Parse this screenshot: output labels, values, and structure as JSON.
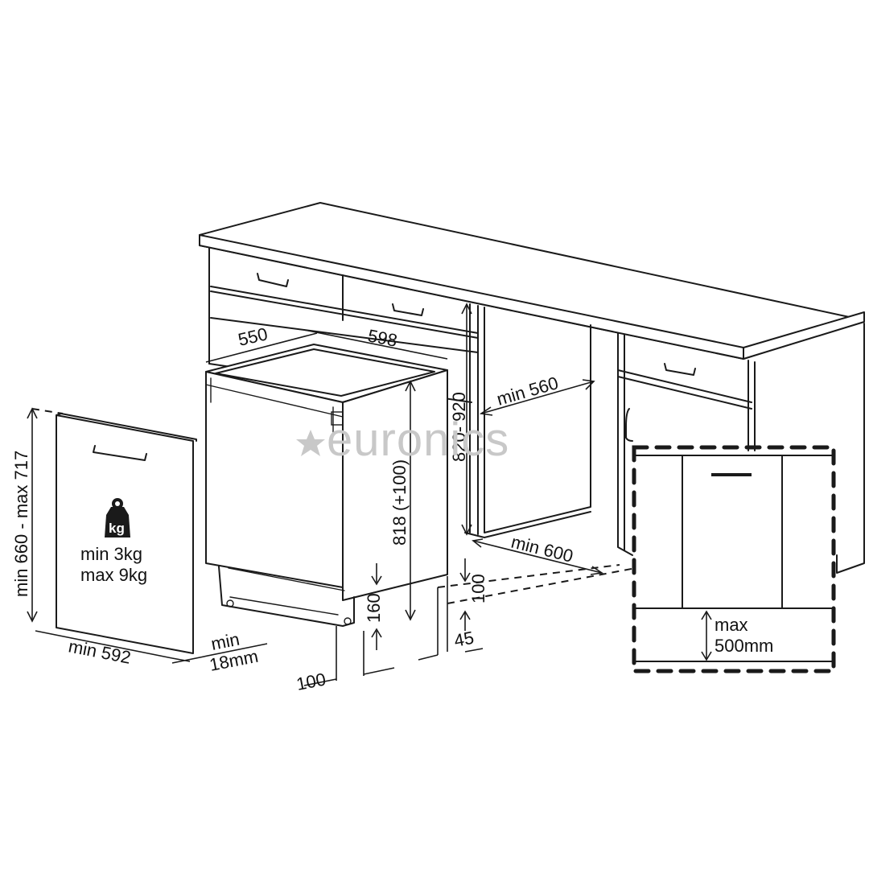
{
  "watermark": "euronics",
  "weight_badge": "kg",
  "door_panel": {
    "weight_min": "min  3kg",
    "weight_max": "max 9kg",
    "width": "min 592",
    "height": "min 660 - max 717",
    "thickness_line1": "min",
    "thickness_line2": "18mm"
  },
  "appliance": {
    "depth": "550",
    "width": "598",
    "height": "818 (+100)",
    "plinth_height": "160",
    "plinth_offset": "100"
  },
  "niche": {
    "height": "820- 920",
    "width": "min 560",
    "depth": "min 600",
    "bottom_gap": "100",
    "foot_height": "45"
  },
  "plinth_detail": {
    "line1": "max",
    "line2": "500mm"
  },
  "colors": {
    "line": "#1a1a1a",
    "background": "#ffffff",
    "watermark": "#c8c8c8"
  }
}
